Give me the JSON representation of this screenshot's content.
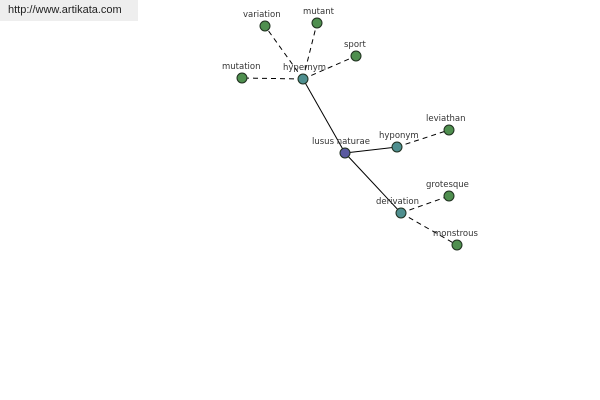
{
  "banner": {
    "url_text": "http://www.artikata.com"
  },
  "colors": {
    "root_node": "#5a5aa0",
    "relation_node": "#4f8f8f",
    "leaf_node": "#4f8f4f",
    "edge": "#000000",
    "banner_bg": "#eeeeee"
  },
  "graph": {
    "nodes": [
      {
        "id": "root",
        "label": "lusus naturae",
        "kind": "root_node"
      },
      {
        "id": "hypernym",
        "label": "hypernym",
        "kind": "relation_node"
      },
      {
        "id": "hyponym",
        "label": "hyponym",
        "kind": "relation_node"
      },
      {
        "id": "derivation",
        "label": "derivation",
        "kind": "relation_node"
      },
      {
        "id": "variation",
        "label": "variation",
        "kind": "leaf_node"
      },
      {
        "id": "mutant",
        "label": "mutant",
        "kind": "leaf_node"
      },
      {
        "id": "sport",
        "label": "sport",
        "kind": "leaf_node"
      },
      {
        "id": "mutation",
        "label": "mutation",
        "kind": "leaf_node"
      },
      {
        "id": "leviathan",
        "label": "leviathan",
        "kind": "leaf_node"
      },
      {
        "id": "grotesque",
        "label": "grotesque",
        "kind": "leaf_node"
      },
      {
        "id": "monstrous",
        "label": "monstrous",
        "kind": "leaf_node"
      }
    ],
    "edges": [
      {
        "from": "root",
        "to": "hypernym",
        "style": "solid"
      },
      {
        "from": "root",
        "to": "hyponym",
        "style": "solid"
      },
      {
        "from": "root",
        "to": "derivation",
        "style": "solid"
      },
      {
        "from": "hypernym",
        "to": "variation",
        "style": "dashed"
      },
      {
        "from": "hypernym",
        "to": "mutant",
        "style": "dashed"
      },
      {
        "from": "hypernym",
        "to": "sport",
        "style": "dashed"
      },
      {
        "from": "hypernym",
        "to": "mutation",
        "style": "dashed"
      },
      {
        "from": "hyponym",
        "to": "leviathan",
        "style": "dashed"
      },
      {
        "from": "derivation",
        "to": "grotesque",
        "style": "dashed"
      },
      {
        "from": "derivation",
        "to": "monstrous",
        "style": "dashed"
      }
    ]
  }
}
